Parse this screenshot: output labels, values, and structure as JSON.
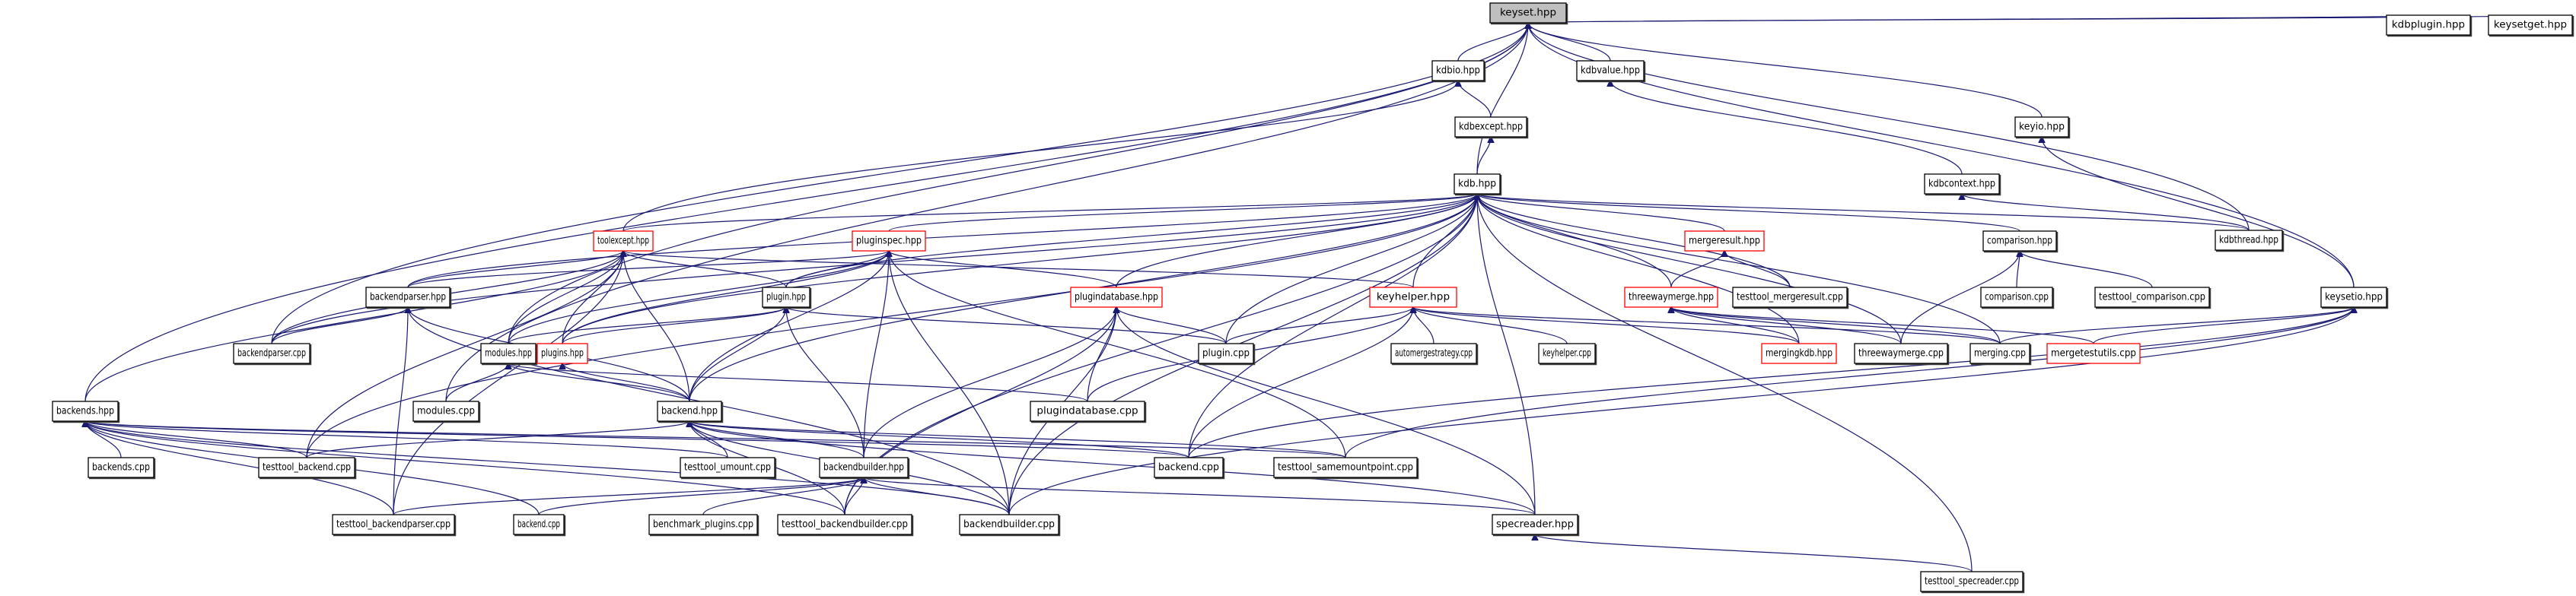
{
  "diagram": {
    "title": "keyset.hpp include dependency graph",
    "edge_color": "#191970",
    "highlight_border_color": "#ff0000",
    "root_fill": "#bfbfbf",
    "nodes": [
      {
        "id": "keyset_hpp",
        "label": "keyset.hpp",
        "style": "root"
      },
      {
        "id": "kdbio_hpp",
        "label": "kdbio.hpp",
        "style": "normal"
      },
      {
        "id": "kdbvalue_hpp",
        "label": "kdbvalue.hpp",
        "style": "normal"
      },
      {
        "id": "kdbplugin_hpp",
        "label": "kdbplugin.hpp",
        "style": "normal"
      },
      {
        "id": "keysetget_hpp",
        "label": "keysetget.hpp",
        "style": "normal"
      },
      {
        "id": "kdbexcept_hpp",
        "label": "kdbexcept.hpp",
        "style": "normal"
      },
      {
        "id": "keyio_hpp",
        "label": "keyio.hpp",
        "style": "normal"
      },
      {
        "id": "kdb_hpp",
        "label": "kdb.hpp",
        "style": "normal"
      },
      {
        "id": "kdbcontext_hpp",
        "label": "kdbcontext.hpp",
        "style": "normal"
      },
      {
        "id": "kdbthread_hpp",
        "label": "kdbthread.hpp",
        "style": "normal"
      },
      {
        "id": "toolexcept_hpp",
        "label": "toolexcept.hpp",
        "style": "red"
      },
      {
        "id": "pluginspec_hpp",
        "label": "pluginspec.hpp",
        "style": "red"
      },
      {
        "id": "mergeresult_hpp",
        "label": "mergeresult.hpp",
        "style": "red"
      },
      {
        "id": "comparison_hpp",
        "label": "comparison.hpp",
        "style": "normal"
      },
      {
        "id": "backendparser_hpp",
        "label": "backendparser.hpp",
        "style": "normal"
      },
      {
        "id": "plugin_hpp",
        "label": "plugin.hpp",
        "style": "normal"
      },
      {
        "id": "plugindatabase_hpp",
        "label": "plugindatabase.hpp",
        "style": "red"
      },
      {
        "id": "keyhelper_hpp",
        "label": "keyhelper.hpp",
        "style": "red"
      },
      {
        "id": "threewaymerge_hpp",
        "label": "threewaymerge.hpp",
        "style": "red"
      },
      {
        "id": "testtool_mergeresult_cpp",
        "label": "testtool_mergeresult.cpp",
        "style": "normal"
      },
      {
        "id": "comparison_cpp",
        "label": "comparison.cpp",
        "style": "normal"
      },
      {
        "id": "testtool_comparison_cpp",
        "label": "testtool_comparison.cpp",
        "style": "normal"
      },
      {
        "id": "keysetio_hpp",
        "label": "keysetio.hpp",
        "style": "normal"
      },
      {
        "id": "backendparser_cpp",
        "label": "backendparser.cpp",
        "style": "normal"
      },
      {
        "id": "modules_hpp",
        "label": "modules.hpp",
        "style": "normal"
      },
      {
        "id": "plugins_hpp",
        "label": "plugins.hpp",
        "style": "red"
      },
      {
        "id": "plugin_cpp",
        "label": "plugin.cpp",
        "style": "normal"
      },
      {
        "id": "automergestrategy_cpp",
        "label": "automergestrategy.cpp",
        "style": "normal"
      },
      {
        "id": "keyhelper_cpp",
        "label": "keyhelper.cpp",
        "style": "normal"
      },
      {
        "id": "mergingkdb_hpp",
        "label": "mergingkdb.hpp",
        "style": "red"
      },
      {
        "id": "threewaymerge_cpp",
        "label": "threewaymerge.cpp",
        "style": "normal"
      },
      {
        "id": "merging_cpp",
        "label": "merging.cpp",
        "style": "normal"
      },
      {
        "id": "mergetestutils_cpp",
        "label": "mergetestutils.cpp",
        "style": "red"
      },
      {
        "id": "backends_hpp",
        "label": "backends.hpp",
        "style": "normal"
      },
      {
        "id": "modules_cpp",
        "label": "modules.cpp",
        "style": "normal"
      },
      {
        "id": "backend_hpp",
        "label": "backend.hpp",
        "style": "normal"
      },
      {
        "id": "plugindatabase_cpp",
        "label": "plugindatabase.cpp",
        "style": "normal"
      },
      {
        "id": "backends_cpp",
        "label": "backends.cpp",
        "style": "normal"
      },
      {
        "id": "testtool_backend_cpp",
        "label": "testtool_backend.cpp",
        "style": "normal"
      },
      {
        "id": "testtool_umount_cpp",
        "label": "testtool_umount.cpp",
        "style": "normal"
      },
      {
        "id": "backendbuilder_hpp",
        "label": "backendbuilder.hpp",
        "style": "normal"
      },
      {
        "id": "backend_cpp_mid",
        "label": "backend.cpp",
        "style": "normal"
      },
      {
        "id": "testtool_samemountpoint_cpp",
        "label": "testtool_samemountpoint.cpp",
        "style": "normal"
      },
      {
        "id": "testtool_backendparser_cpp",
        "label": "testtool_backendparser.cpp",
        "style": "normal"
      },
      {
        "id": "backend_cpp_low",
        "label": "backend.cpp",
        "style": "normal"
      },
      {
        "id": "benchmark_plugins_cpp",
        "label": "benchmark_plugins.cpp",
        "style": "normal"
      },
      {
        "id": "testtool_backendbuilder_cpp",
        "label": "testtool_backendbuilder.cpp",
        "style": "normal"
      },
      {
        "id": "backendbuilder_cpp",
        "label": "backendbuilder.cpp",
        "style": "normal"
      },
      {
        "id": "specreader_hpp",
        "label": "specreader.hpp",
        "style": "normal"
      },
      {
        "id": "testtool_specreader_cpp",
        "label": "testtool_specreader.cpp",
        "style": "normal"
      }
    ],
    "edges": [
      [
        "kdbio_hpp",
        "keyset_hpp"
      ],
      [
        "kdbvalue_hpp",
        "keyset_hpp"
      ],
      [
        "kdbplugin_hpp",
        "keyset_hpp"
      ],
      [
        "keysetget_hpp",
        "keyset_hpp"
      ],
      [
        "keyio_hpp",
        "keyset_hpp"
      ],
      [
        "kdb_hpp",
        "keyset_hpp"
      ],
      [
        "keysetio_hpp",
        "keyset_hpp"
      ],
      [
        "backends_hpp",
        "keyset_hpp"
      ],
      [
        "modules_hpp",
        "keyset_hpp"
      ],
      [
        "backendparser_cpp",
        "keyset_hpp"
      ],
      [
        "modules_cpp",
        "keyset_hpp"
      ],
      [
        "kdbthread_hpp",
        "keyset_hpp"
      ],
      [
        "kdbexcept_hpp",
        "kdbio_hpp"
      ],
      [
        "toolexcept_hpp",
        "kdbio_hpp"
      ],
      [
        "kdb_hpp",
        "kdbexcept_hpp"
      ],
      [
        "kdbcontext_hpp",
        "kdbvalue_hpp"
      ],
      [
        "keysetio_hpp",
        "keyio_hpp"
      ],
      [
        "kdbthread_hpp",
        "kdbcontext_hpp"
      ],
      [
        "toolexcept_hpp",
        "kdb_hpp"
      ],
      [
        "pluginspec_hpp",
        "kdb_hpp"
      ],
      [
        "mergeresult_hpp",
        "kdb_hpp"
      ],
      [
        "comparison_hpp",
        "kdb_hpp"
      ],
      [
        "kdbthread_hpp",
        "kdb_hpp"
      ],
      [
        "backendparser_hpp",
        "kdb_hpp"
      ],
      [
        "plugin_hpp",
        "kdb_hpp"
      ],
      [
        "plugindatabase_hpp",
        "kdb_hpp"
      ],
      [
        "keyhelper_hpp",
        "kdb_hpp"
      ],
      [
        "threewaymerge_hpp",
        "kdb_hpp"
      ],
      [
        "testtool_mergeresult_cpp",
        "kdb_hpp"
      ],
      [
        "backendparser_cpp",
        "kdb_hpp"
      ],
      [
        "plugins_hpp",
        "kdb_hpp"
      ],
      [
        "plugin_cpp",
        "kdb_hpp"
      ],
      [
        "mergingkdb_hpp",
        "kdb_hpp"
      ],
      [
        "threewaymerge_cpp",
        "kdb_hpp"
      ],
      [
        "merging_cpp",
        "kdb_hpp"
      ],
      [
        "backend_hpp",
        "kdb_hpp"
      ],
      [
        "testtool_backend_cpp",
        "kdb_hpp"
      ],
      [
        "backend_cpp_mid",
        "kdb_hpp"
      ],
      [
        "backendbuilder_cpp",
        "kdb_hpp"
      ],
      [
        "specreader_hpp",
        "kdb_hpp"
      ],
      [
        "testtool_specreader_cpp",
        "kdb_hpp"
      ],
      [
        "testtool_backendbuilder_cpp",
        "kdb_hpp"
      ],
      [
        "backendparser_hpp",
        "toolexcept_hpp"
      ],
      [
        "modules_hpp",
        "toolexcept_hpp"
      ],
      [
        "plugin_hpp",
        "toolexcept_hpp"
      ],
      [
        "plugins_hpp",
        "toolexcept_hpp"
      ],
      [
        "backend_hpp",
        "toolexcept_hpp"
      ],
      [
        "backends_hpp",
        "toolexcept_hpp"
      ],
      [
        "keyhelper_hpp",
        "toolexcept_hpp"
      ],
      [
        "backendparser_cpp",
        "toolexcept_hpp"
      ],
      [
        "testtool_backendparser_cpp",
        "toolexcept_hpp"
      ],
      [
        "testtool_backend_cpp",
        "toolexcept_hpp"
      ],
      [
        "plugin_hpp",
        "pluginspec_hpp"
      ],
      [
        "plugindatabase_hpp",
        "pluginspec_hpp"
      ],
      [
        "modules_hpp",
        "pluginspec_hpp"
      ],
      [
        "backendparser_hpp",
        "pluginspec_hpp"
      ],
      [
        "backend_hpp",
        "pluginspec_hpp"
      ],
      [
        "backendbuilder_hpp",
        "pluginspec_hpp"
      ],
      [
        "backendbuilder_cpp",
        "pluginspec_hpp"
      ],
      [
        "plugins_hpp",
        "pluginspec_hpp"
      ],
      [
        "testtool_samemountpoint_cpp",
        "pluginspec_hpp"
      ],
      [
        "threewaymerge_hpp",
        "mergeresult_hpp"
      ],
      [
        "testtool_mergeresult_cpp",
        "mergeresult_hpp"
      ],
      [
        "comparison_cpp",
        "comparison_hpp"
      ],
      [
        "testtool_comparison_cpp",
        "comparison_hpp"
      ],
      [
        "threewaymerge_cpp",
        "comparison_hpp"
      ],
      [
        "backendparser_cpp",
        "backendparser_hpp"
      ],
      [
        "backend_hpp",
        "backendparser_hpp"
      ],
      [
        "testtool_backendparser_cpp",
        "backendparser_hpp"
      ],
      [
        "backendbuilder_cpp",
        "backendparser_hpp"
      ],
      [
        "modules_hpp",
        "plugin_hpp"
      ],
      [
        "plugins_hpp",
        "plugin_hpp"
      ],
      [
        "backend_hpp",
        "plugin_hpp"
      ],
      [
        "plugin_cpp",
        "plugin_hpp"
      ],
      [
        "backendbuilder_hpp",
        "plugin_hpp"
      ],
      [
        "plugindatabase_cpp",
        "plugindatabase_hpp"
      ],
      [
        "plugin_cpp",
        "plugindatabase_hpp"
      ],
      [
        "backendbuilder_hpp",
        "plugindatabase_hpp"
      ],
      [
        "backendbuilder_cpp",
        "plugindatabase_hpp"
      ],
      [
        "testtool_backendbuilder_cpp",
        "plugindatabase_hpp"
      ],
      [
        "specreader_hpp",
        "plugindatabase_hpp"
      ],
      [
        "plugin_cpp",
        "keyhelper_hpp"
      ],
      [
        "automergestrategy_cpp",
        "keyhelper_hpp"
      ],
      [
        "keyhelper_cpp",
        "keyhelper_hpp"
      ],
      [
        "plugindatabase_cpp",
        "keyhelper_hpp"
      ],
      [
        "backend_cpp_mid",
        "keyhelper_hpp"
      ],
      [
        "mergingkdb_hpp",
        "keyhelper_hpp"
      ],
      [
        "merging_cpp",
        "keyhelper_hpp"
      ],
      [
        "mergingkdb_hpp",
        "threewaymerge_hpp"
      ],
      [
        "threewaymerge_cpp",
        "threewaymerge_hpp"
      ],
      [
        "merging_cpp",
        "threewaymerge_hpp"
      ],
      [
        "mergetestutils_cpp",
        "threewaymerge_hpp"
      ],
      [
        "merging_cpp",
        "keysetio_hpp"
      ],
      [
        "mergetestutils_cpp",
        "keysetio_hpp"
      ],
      [
        "backend_cpp_mid",
        "keysetio_hpp"
      ],
      [
        "backendbuilder_cpp",
        "keysetio_hpp"
      ],
      [
        "testtool_samemountpoint_cpp",
        "keysetio_hpp"
      ],
      [
        "backend_hpp",
        "modules_hpp"
      ],
      [
        "modules_cpp",
        "modules_hpp"
      ],
      [
        "plugindatabase_cpp",
        "modules_hpp"
      ],
      [
        "backend_hpp",
        "plugins_hpp"
      ],
      [
        "backends_cpp",
        "backends_hpp"
      ],
      [
        "testtool_backend_cpp",
        "backends_hpp"
      ],
      [
        "testtool_umount_cpp",
        "backends_hpp"
      ],
      [
        "backend_cpp_mid",
        "backends_hpp"
      ],
      [
        "testtool_samemountpoint_cpp",
        "backends_hpp"
      ],
      [
        "testtool_backendparser_cpp",
        "backends_hpp"
      ],
      [
        "backend_cpp_low",
        "backends_hpp"
      ],
      [
        "testtool_backendbuilder_cpp",
        "backends_hpp"
      ],
      [
        "backendbuilder_cpp",
        "backends_hpp"
      ],
      [
        "testtool_backend_cpp",
        "backend_hpp"
      ],
      [
        "testtool_umount_cpp",
        "backend_hpp"
      ],
      [
        "backendbuilder_hpp",
        "backend_hpp"
      ],
      [
        "backend_cpp_mid",
        "backend_hpp"
      ],
      [
        "testtool_samemountpoint_cpp",
        "backend_hpp"
      ],
      [
        "backendbuilder_cpp",
        "backend_hpp"
      ],
      [
        "specreader_hpp",
        "backend_hpp"
      ],
      [
        "testtool_backendbuilder_cpp",
        "backend_hpp"
      ],
      [
        "testtool_backendparser_cpp",
        "backendbuilder_hpp"
      ],
      [
        "backend_cpp_low",
        "backendbuilder_hpp"
      ],
      [
        "benchmark_plugins_cpp",
        "backendbuilder_hpp"
      ],
      [
        "testtool_backendbuilder_cpp",
        "backendbuilder_hpp"
      ],
      [
        "backendbuilder_cpp",
        "backendbuilder_hpp"
      ],
      [
        "specreader_hpp",
        "backendbuilder_hpp"
      ],
      [
        "testtool_specreader_cpp",
        "specreader_hpp"
      ]
    ]
  }
}
